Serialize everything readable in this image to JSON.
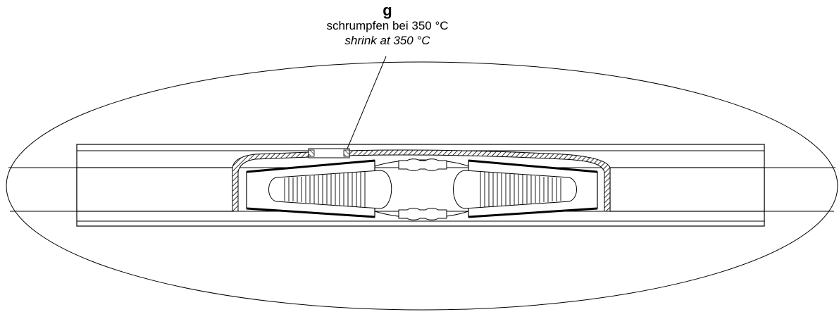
{
  "annotation": {
    "step_letter": "g",
    "label_de": "schrumpfen bei 350 °C",
    "label_en": "shrink at 350 °C"
  },
  "colors": {
    "line": "#000000",
    "background": "#ffffff"
  }
}
